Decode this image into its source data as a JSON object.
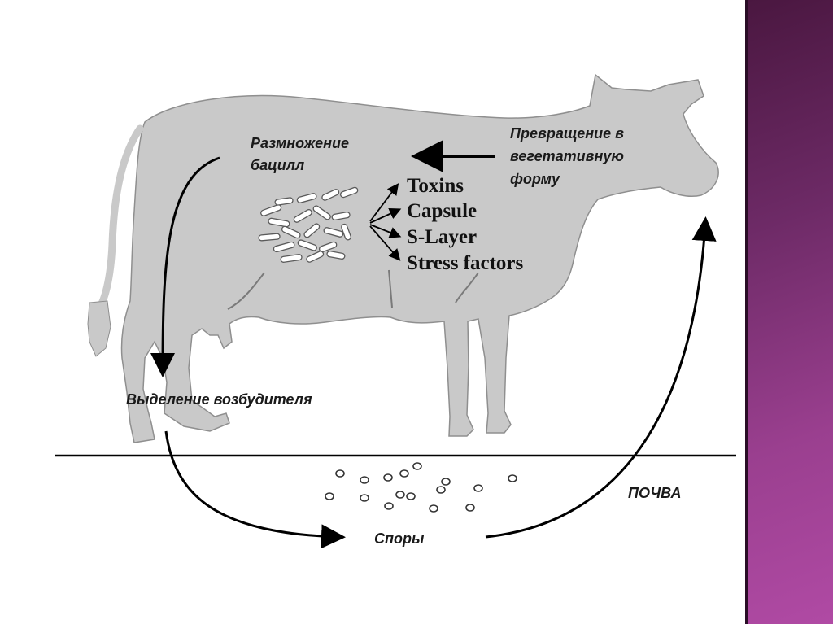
{
  "labels": {
    "multiplication": [
      "Размножение",
      "бацилл"
    ],
    "transformation": [
      "Превращение в",
      "вегетативную",
      "форму"
    ],
    "factors": [
      "Toxins",
      "Capsule",
      "S-Layer",
      "Stress factors"
    ],
    "excretion": "Выделение возбудителя",
    "spores": "Споры",
    "soil": "ПОЧВА"
  },
  "colors": {
    "cow_fill": "#c9c9c9",
    "cow_outline": "#8a8a8a",
    "arrows": "#000000",
    "side_panel": "#9a3f8f"
  }
}
